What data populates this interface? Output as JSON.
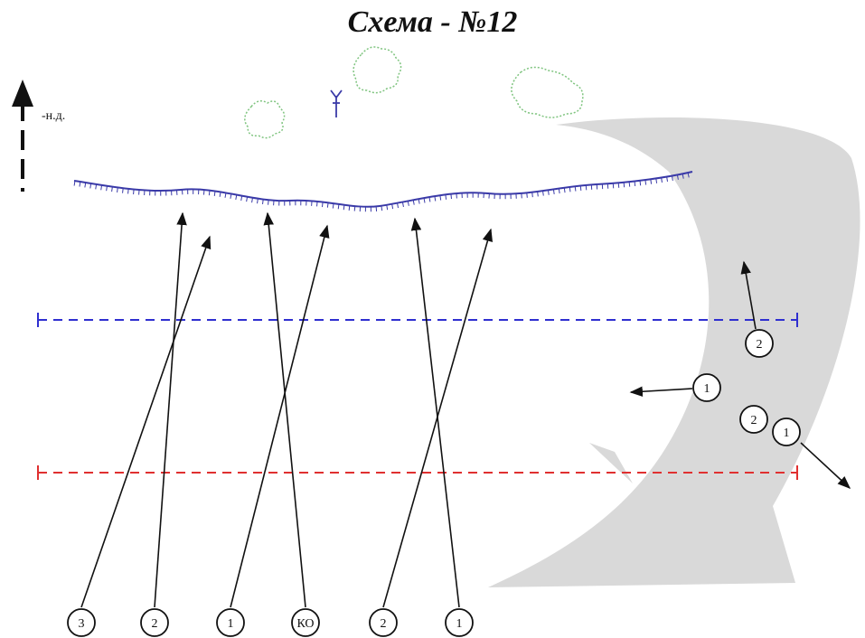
{
  "title": "Схема - №12",
  "legend": {
    "direction_label": "-н.д."
  },
  "markers": {
    "bottom": [
      "3",
      "2",
      "1",
      "КО",
      "2",
      "1"
    ],
    "right_upper": "2",
    "right_middle": "1",
    "right_lower_a": "2",
    "right_lower_b": "1"
  },
  "colors": {
    "front_line": "#3a3aa8",
    "blue_line": "#2f2fd0",
    "red_line": "#e03030",
    "arrow_fill": "#d9d9d9",
    "vegetation": "#7fc47f",
    "ink": "#111111"
  },
  "icons": [
    "north-direction-arrow-icon",
    "antenna-icon",
    "vegetation-icon"
  ]
}
